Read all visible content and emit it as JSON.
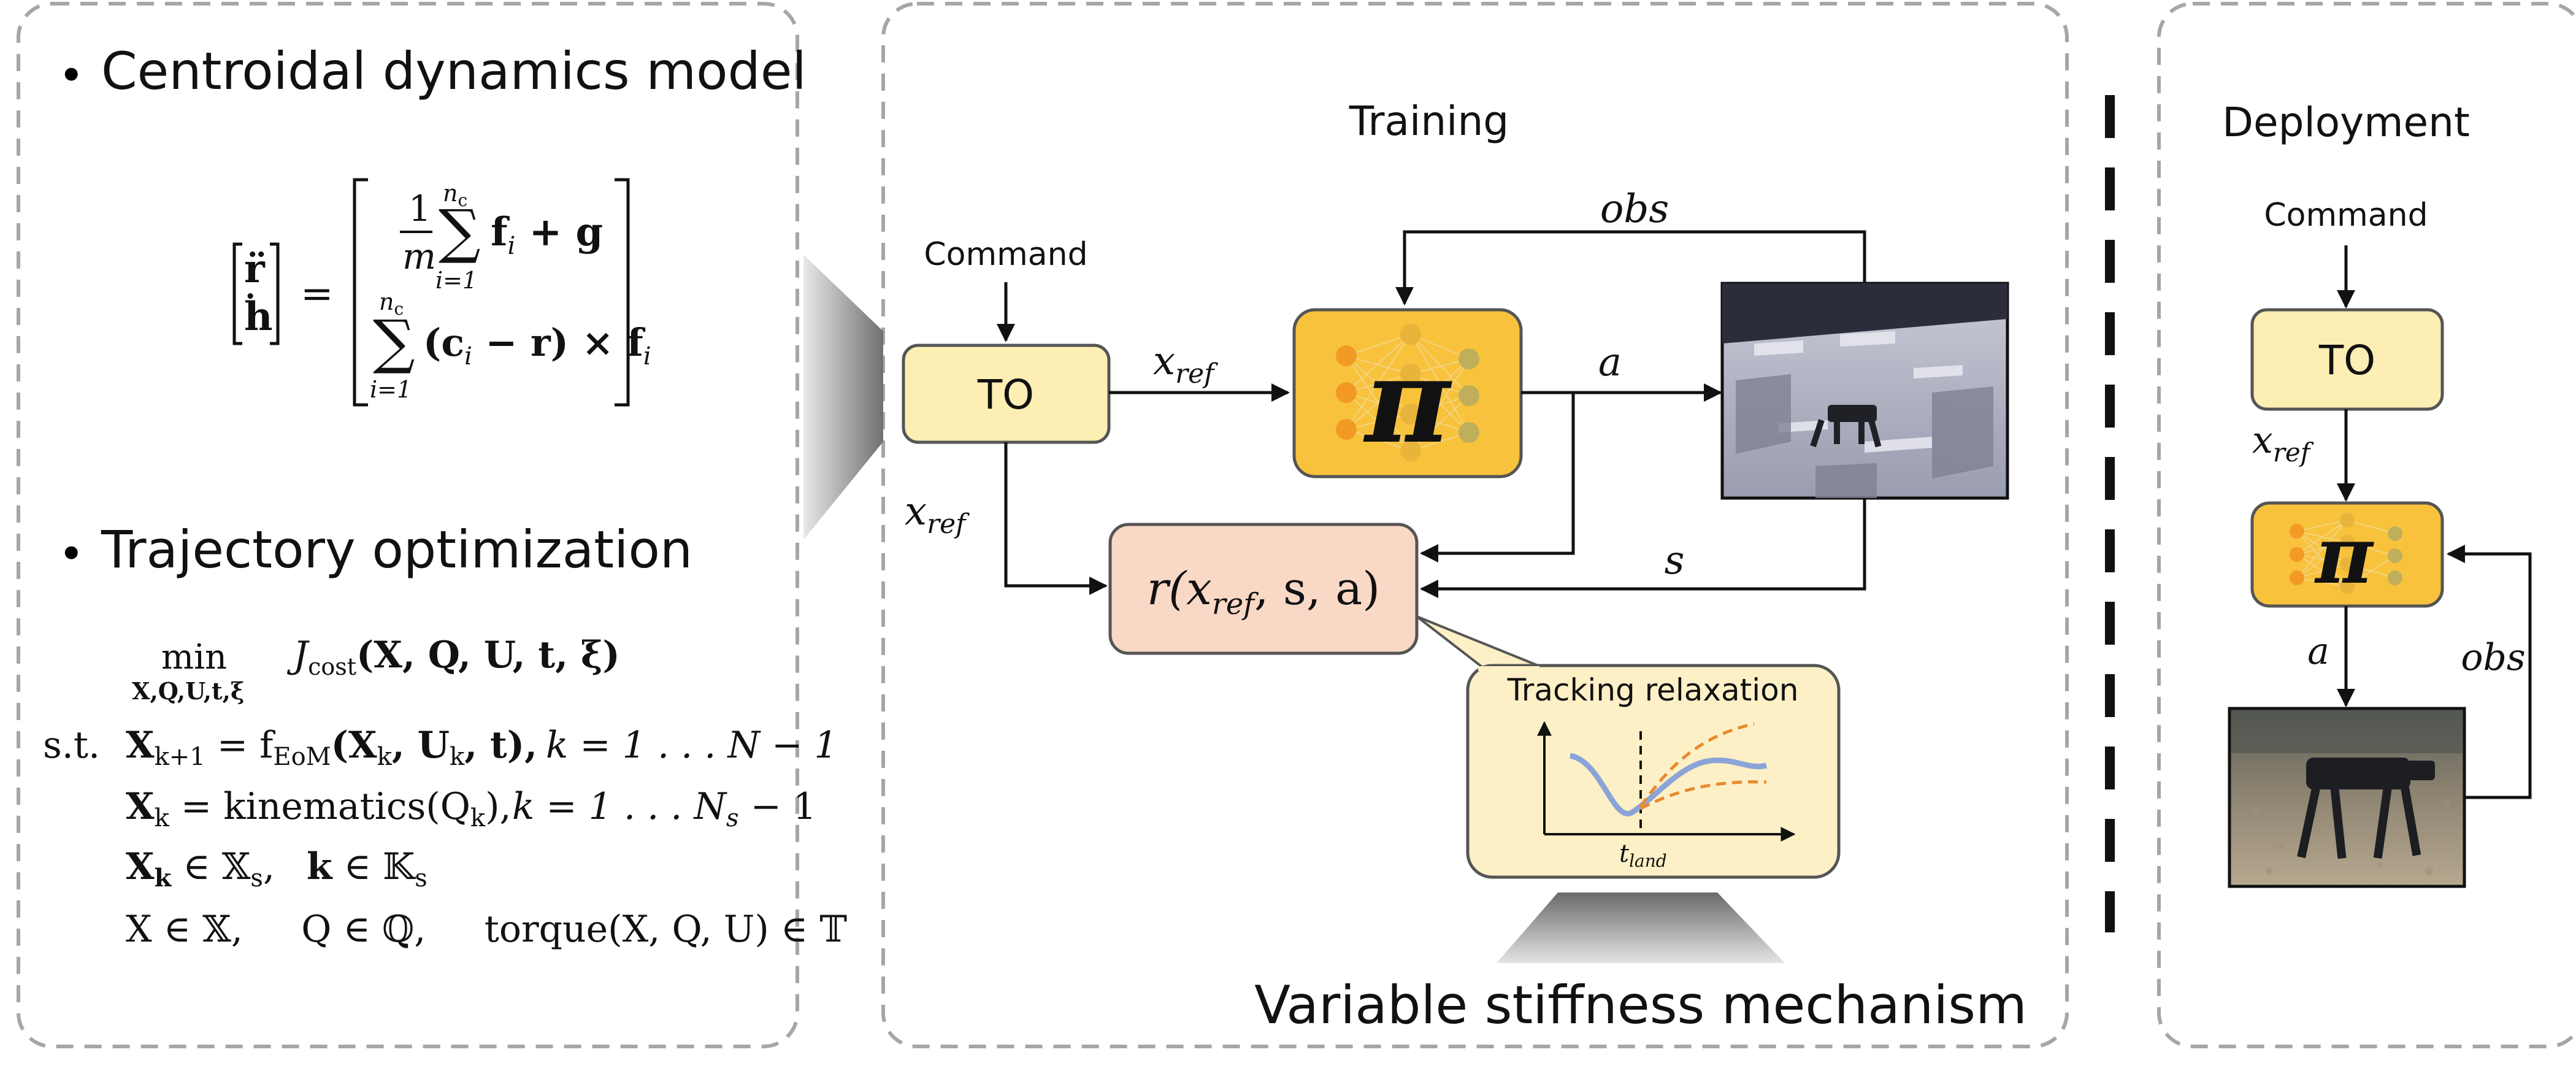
{
  "left_panel": {
    "bullet": "•",
    "section1_title": "Centroidal dynamics model",
    "section2_title": "Trajectory optimization",
    "eq_lhs_r": "r̈",
    "eq_lhs_h": "ḣ",
    "eq_equals": "=",
    "eq_one": "1",
    "eq_m": "m",
    "eq_sum": "∑",
    "eq_sum_top": "n",
    "eq_sum_top_sub": "c",
    "eq_sum_bot": "i=1",
    "eq_row1_rest": "f",
    "eq_row1_sub": "i",
    "eq_row1_plus": " + g",
    "eq_row2_rest": "(c",
    "eq_row2_sub": "i",
    "eq_row2_tail": " − r) × f",
    "eq_row2_tail_sub": "i",
    "to_min": "min",
    "to_min_sub": "X,Q,U,t,ξ",
    "to_cost": "J",
    "to_cost_sub": "cost",
    "to_cost_args": "(X, Q, U, t, ξ)",
    "to_st": "s.t.",
    "to_c1": "X",
    "to_c1_sub": "k+1",
    "to_c1_mid": " = f",
    "to_c1_sub2": "EoM",
    "to_c1_args": "(X",
    "to_c1_sub3": "k",
    "to_c1_args2": ", U",
    "to_c1_sub4": "k",
    "to_c1_args3": ", t),",
    "to_c1_range": "k = 1 . . . N − 1",
    "to_c2": "X",
    "to_c2_sub": "k",
    "to_c2_mid": " = kinematics(Q",
    "to_c2_sub2": "k",
    "to_c2_end": "),",
    "to_c2_range_pre": "k = 1 . . . N",
    "to_c2_range_sub": "s",
    "to_c2_range_post": " − 1",
    "to_c3_a": "X",
    "to_c3_a_sub": "k",
    "to_c3_a_in": " ∈ 𝕏",
    "to_c3_a_in_sub": "s",
    "to_c3_a_end": ",",
    "to_c3_b": "k",
    "to_c3_b_in": " ∈ 𝕂",
    "to_c3_b_in_sub": "s",
    "to_c4": "X ∈ 𝕏,     Q ∈ ℚ,     torque(X, Q, U) ∈ 𝕋"
  },
  "training": {
    "title": "Training",
    "command": "Command",
    "to_box": "TO",
    "policy_symbol": "π",
    "label_obs": "obs",
    "label_xref_italic": "x",
    "label_xref_sub": "ref",
    "label_a": "a",
    "label_s": "s",
    "reward_r": "r(",
    "reward_x": "x",
    "reward_sub": "ref",
    "reward_tail": ", s, a)",
    "callout_title": "Tracking relaxation",
    "callout_axis_t": "t",
    "callout_axis_sub": "land",
    "caption": "Variable stiffness mechanism"
  },
  "deployment": {
    "title": "Deployment",
    "command": "Command",
    "to_box": "TO",
    "policy_symbol": "π",
    "label_x": "x",
    "label_x_sub": "ref",
    "label_a": "a",
    "label_obs": "obs"
  },
  "colors": {
    "to_fill": "#fdeeb4",
    "policy_fill": "#f8c23c",
    "reward_fill": "#f9d8c6",
    "callout_fill": "#fdf0c6",
    "panel_border": "#a6a6a6",
    "dash_bar": "#111111",
    "curve_blue": "#8aa4d8",
    "curve_orange": "#e88a2e"
  }
}
